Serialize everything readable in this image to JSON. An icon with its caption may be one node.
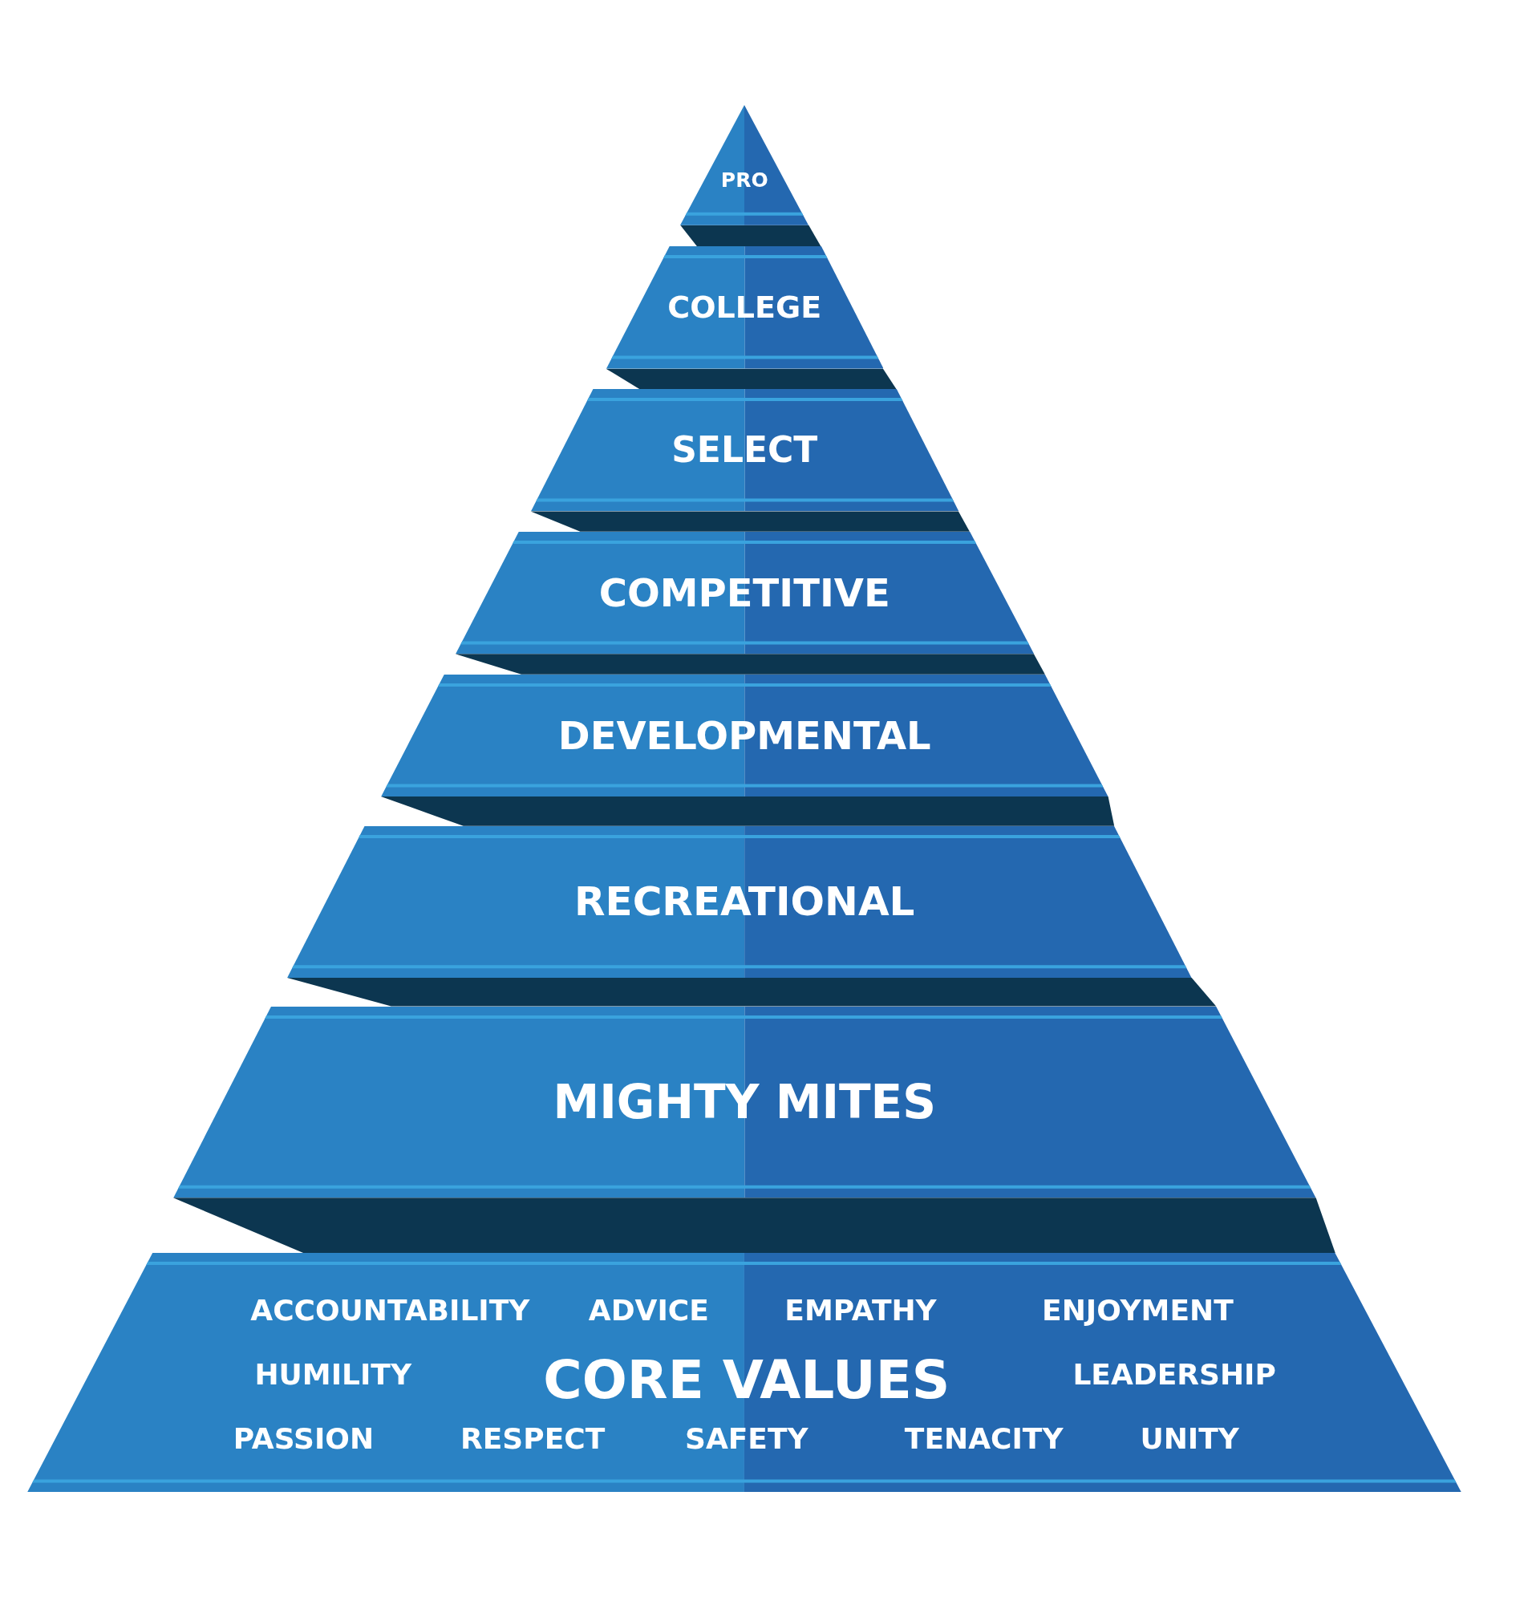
{
  "diagram": {
    "nodes": [
      {
        "text": [
          "PRO"
        ]
      },
      {
        "text": [
          "COLLEGE"
        ]
      },
      {
        "text": [
          "SELECT"
        ]
      },
      {
        "text": [
          "COMPETITIVE"
        ]
      },
      {
        "text": [
          "DEVELOPMENTAL"
        ]
      },
      {
        "text": [
          "RECREATIONAL"
        ]
      },
      {
        "text": [
          "MIGHTY MITES"
        ]
      },
      {
        "text": [
          "CORE VALUES",
          "ACCOUNTABILITY",
          "ADVICE",
          "EMPATHY",
          "ENJOYMENT",
          "HUMILITY",
          "LEADERSHIP",
          "PASSION",
          "RESPECT",
          "SAFETY",
          "TENACITY",
          "UNITY"
        ]
      }
    ]
  }
}
